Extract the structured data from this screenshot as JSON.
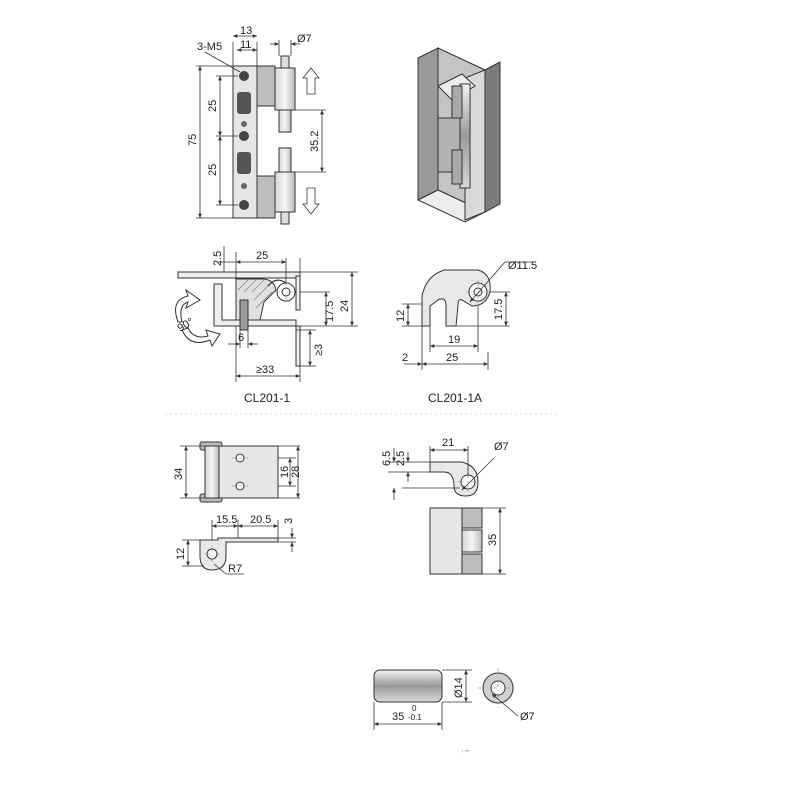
{
  "drawing": {
    "front_view": {
      "dim_13": "13",
      "dim_11": "11",
      "dim_3m5": "3-M5",
      "dim_phi7": "Ø7",
      "dim_75": "75",
      "dim_25_top": "25",
      "dim_25_bottom": "25",
      "dim_35_2": "35.2"
    },
    "section_view": {
      "dim_2_5": "2.5",
      "dim_25": "25",
      "dim_90": "90°",
      "dim_6": "6",
      "dim_17_5": "17.5",
      "dim_24": "24",
      "dim_ge3": "≥3",
      "dim_ge33": "≥33",
      "caption": "CL201-1"
    },
    "detail_1a": {
      "dim_phi11_5": "Ø11.5",
      "dim_12": "12",
      "dim_17_5": "17.5",
      "dim_19": "19",
      "dim_2": "2",
      "dim_25": "25",
      "caption": "CL201-1A"
    },
    "leaf_view": {
      "dim_34": "34",
      "dim_16": "16",
      "dim_28": "28",
      "dim_15_5": "15.5",
      "dim_20_5": "20.5",
      "dim_3": "3",
      "dim_12": "12",
      "dim_r7": "R7"
    },
    "knuckle_view": {
      "dim_6_5": "6.5",
      "dim_2_5": "2.5",
      "dim_21": "21",
      "dim_phi7": "Ø7",
      "dim_35": "35"
    },
    "pin_view": {
      "dim_phi14": "Ø14",
      "dim_35": "35",
      "dim_tol_upper": "0",
      "dim_tol_lower": "-0.1",
      "dim_phi7": "Ø7"
    },
    "footer_mark": "ᵢ ₘ"
  }
}
